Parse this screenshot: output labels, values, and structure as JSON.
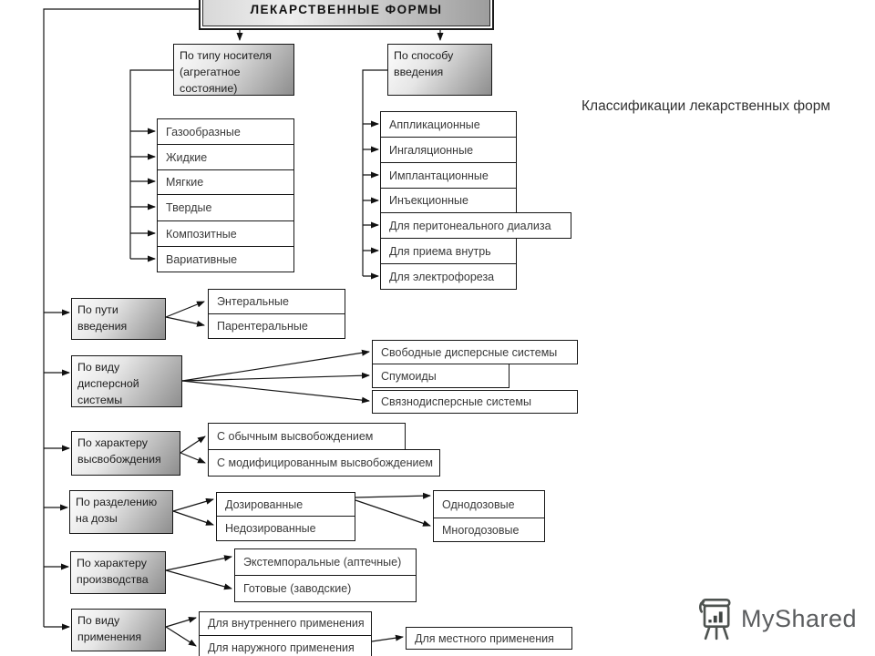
{
  "diagram": {
    "root_label": "ЛЕКАРСТВЕННЫЕ  ФОРМЫ",
    "caption": "Классификации лекарственных форм",
    "branches": {
      "carrier": {
        "label": "По типу носителя (агрегатное состояние)",
        "items": [
          "Газообразные",
          "Жидкие",
          "Мягкие",
          "Твердые",
          "Композитные",
          "Вариативные"
        ]
      },
      "administration": {
        "label": "По способу введения",
        "items": [
          "Аппликационные",
          "Ингаляционные",
          "Имплантационные",
          "Инъекционные",
          "Для перитонеального диализа",
          "Для приема внутрь",
          "Для электрофореза"
        ]
      },
      "route": {
        "label": "По пути введения",
        "items": [
          "Энтеральные",
          "Парентеральные"
        ]
      },
      "disperse": {
        "label": "По виду дисперсной системы",
        "items": [
          "Свободные дисперсные системы",
          "Спумоиды",
          "Связнодисперсные системы"
        ]
      },
      "release": {
        "label": "По характеру высвобождения",
        "items": [
          "С обычным высвобождением",
          "С модифицированным высвобождением"
        ]
      },
      "dosing": {
        "label": "По разделению на дозы",
        "items": [
          "Дозированные",
          "Недозированные"
        ],
        "subitems": [
          "Однодозовые",
          "Многодозовые"
        ]
      },
      "production": {
        "label": "По характеру производства",
        "items": [
          "Экстемпоральные (аптечные)",
          "Готовые (заводские)"
        ]
      },
      "application": {
        "label": "По виду применения",
        "items": [
          "Для внутреннего применения",
          "Для наружного применения"
        ],
        "subitems": [
          "Для местного применения"
        ]
      }
    }
  },
  "watermark": {
    "brand": "MyShared",
    "icon": "easel-chart-icon"
  }
}
